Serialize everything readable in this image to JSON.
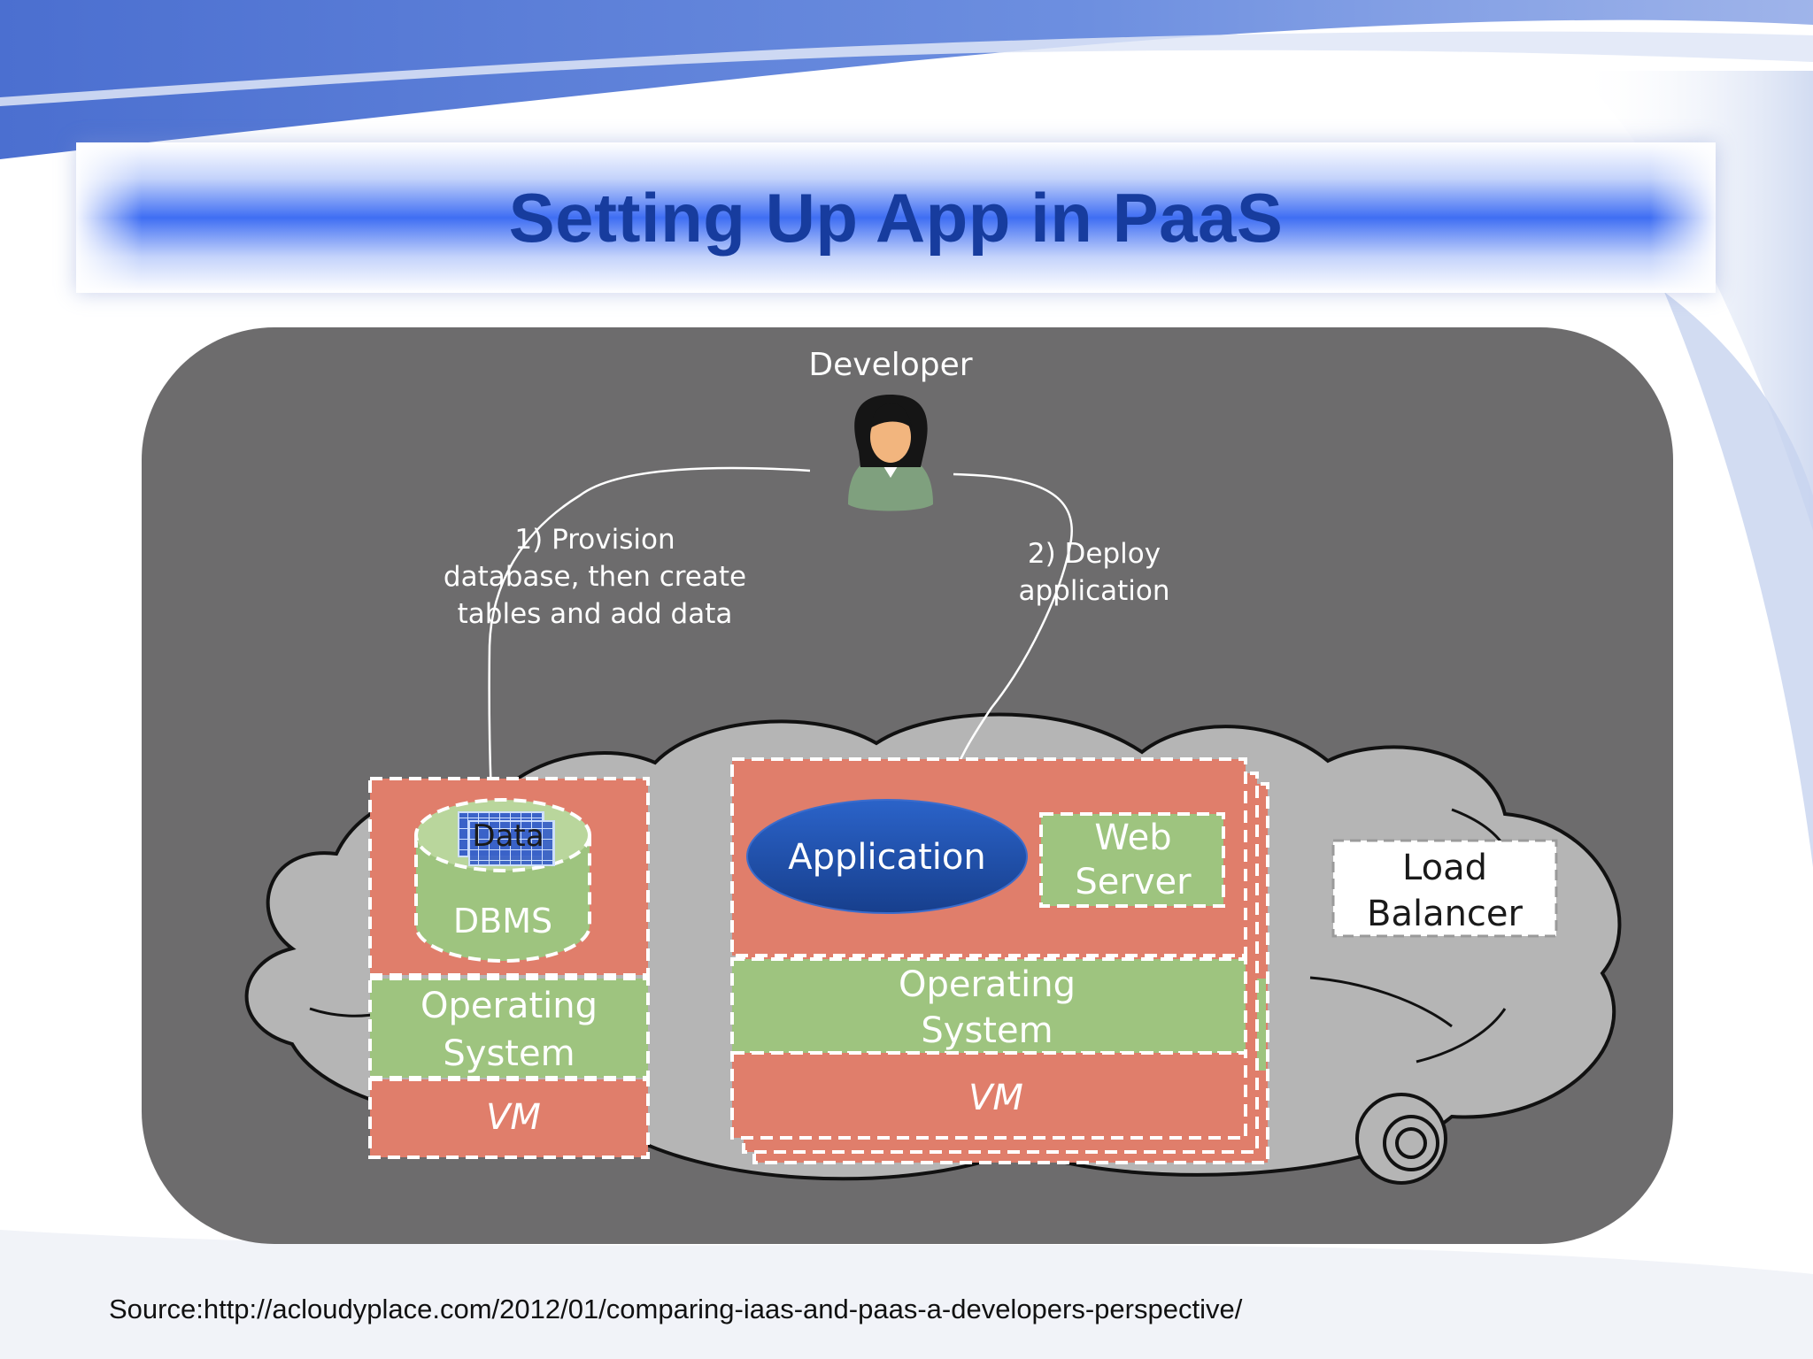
{
  "slide": {
    "title": "Setting Up App in PaaS",
    "source": "Source:http://acloudyplace.com/2012/01/comparing-iaas-and-paas-a-developers-perspective/"
  },
  "diagram": {
    "developer_label": "Developer",
    "step1": {
      "line1": "1) Provision",
      "line2": "database, then create",
      "line3": "tables and add data"
    },
    "step2": {
      "line1": "2) Deploy",
      "line2": "application"
    },
    "db_server": {
      "data_label": "Data",
      "dbms_label": "DBMS",
      "os_line1": "Operating",
      "os_line2": "System",
      "vm_label": "VM"
    },
    "app_server": {
      "application_label": "Application",
      "web_line1": "Web",
      "web_line2": "Server",
      "os_line1": "Operating",
      "os_line2": "System",
      "vm_label": "VM"
    },
    "load_balancer": {
      "line1": "Load",
      "line2": "Balancer"
    }
  },
  "colors": {
    "panel": "#6d6c6d",
    "cloud": "#b5b5b5",
    "salmon": "#e07e6b",
    "green": "#9ec47f",
    "app_blue": "#1f4fa6",
    "title_blue": "#173c9e"
  }
}
